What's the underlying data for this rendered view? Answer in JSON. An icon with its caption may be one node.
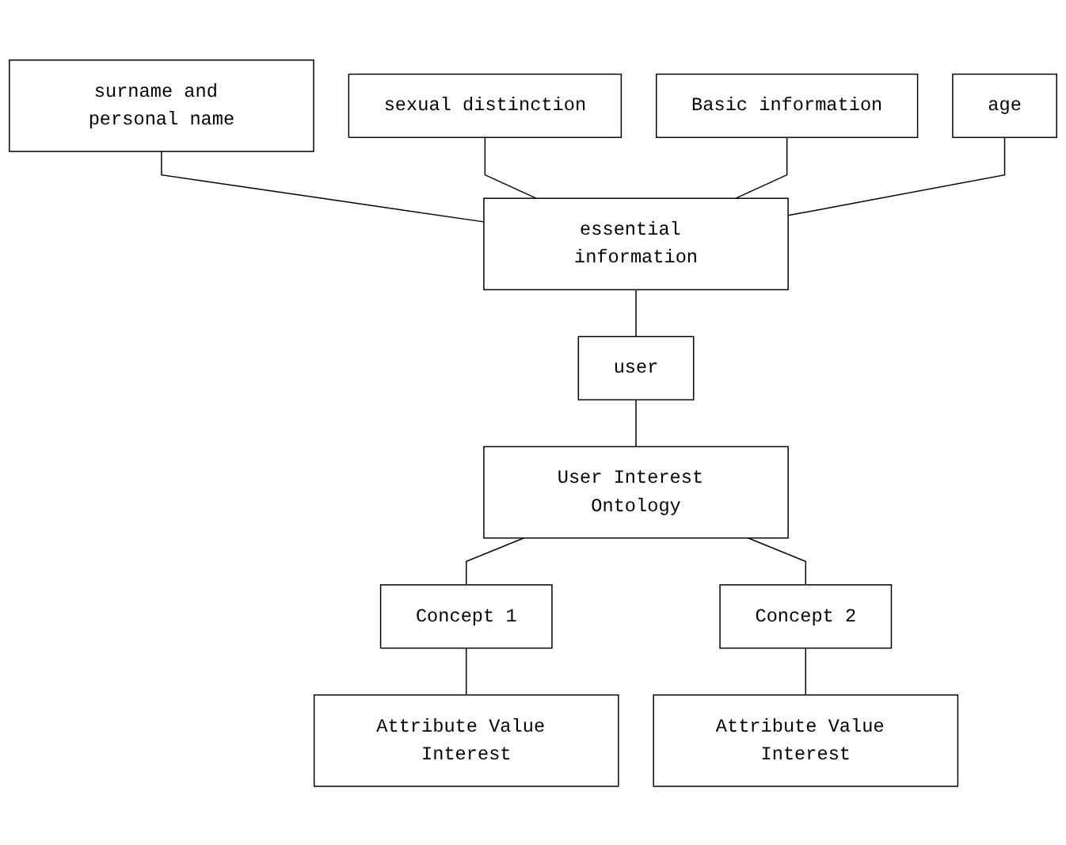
{
  "diagram": {
    "nodes": [
      {
        "text": [
          "surname and personal name"
        ]
      },
      {
        "text": [
          "sexual distinction"
        ]
      },
      {
        "text": [
          "Basic information"
        ]
      },
      {
        "text": [
          "age"
        ]
      },
      {
        "text": [
          "essential information"
        ]
      },
      {
        "text": [
          "user"
        ]
      },
      {
        "text": [
          "User Interest Ontology"
        ]
      },
      {
        "text": [
          "Concept 1"
        ]
      },
      {
        "text": [
          "Concept 2"
        ]
      },
      {
        "text": [
          "Attribute Value Interest"
        ]
      },
      {
        "text": [
          "Attribute Value Interest"
        ]
      }
    ],
    "edges": [
      {
        "from": 0,
        "to": 4,
        "arrow": "none"
      },
      {
        "from": 1,
        "to": 4,
        "arrow": "none"
      },
      {
        "from": 2,
        "to": 4,
        "arrow": "none"
      },
      {
        "from": 3,
        "to": 4,
        "arrow": "none"
      },
      {
        "from": 4,
        "to": 5,
        "arrow": "none"
      },
      {
        "from": 5,
        "to": 6,
        "arrow": "none"
      },
      {
        "from": 6,
        "to": 7,
        "arrow": "none"
      },
      {
        "from": 6,
        "to": 8,
        "arrow": "none"
      },
      {
        "from": 7,
        "to": 9,
        "arrow": "none"
      },
      {
        "from": 8,
        "to": 10,
        "arrow": "none"
      }
    ]
  }
}
